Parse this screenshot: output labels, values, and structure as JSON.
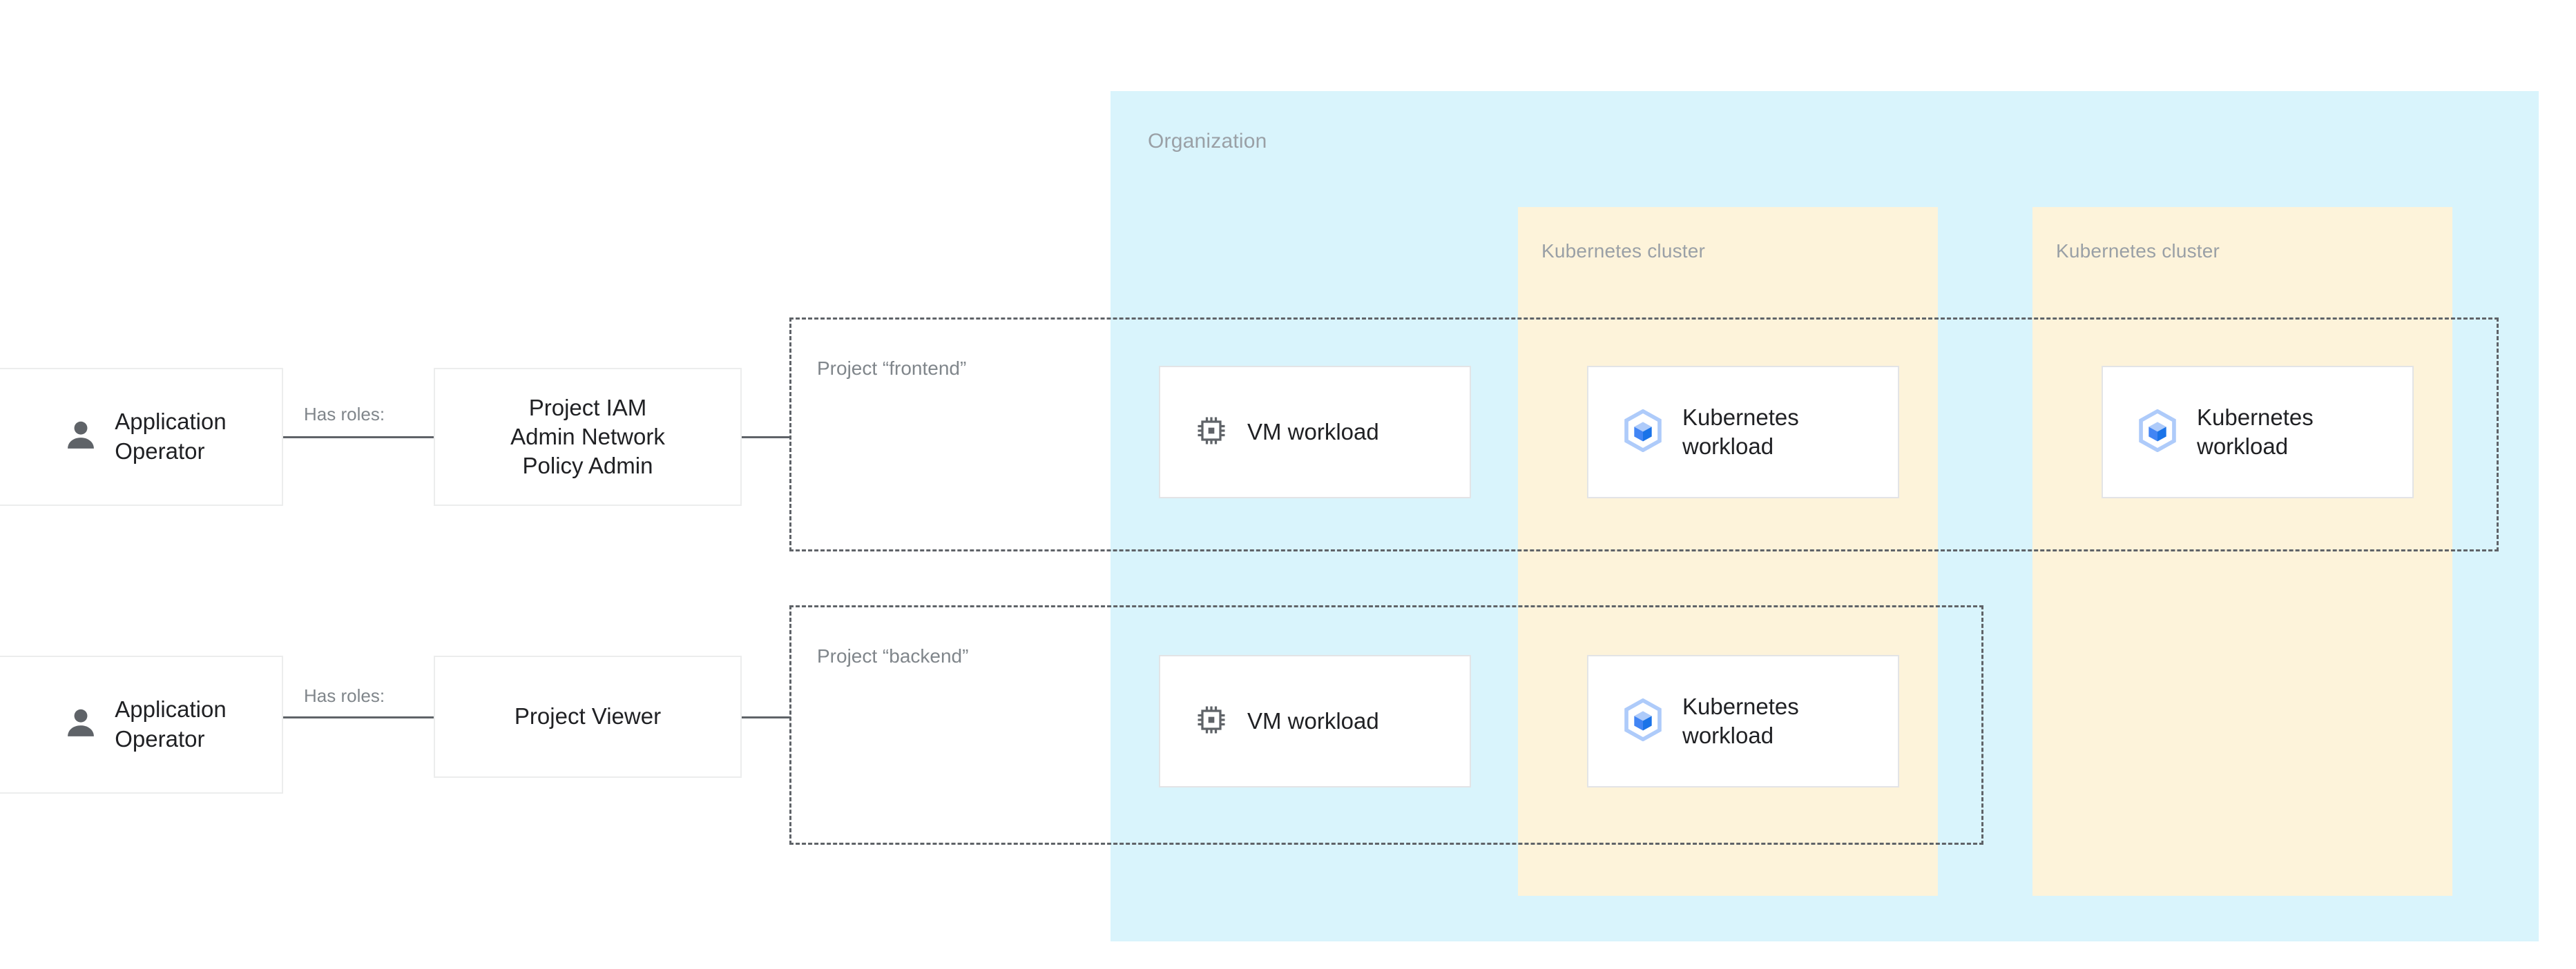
{
  "diagram": {
    "organization": {
      "label": "Organization",
      "bg_color": "#d9f4fc"
    },
    "clusters": [
      {
        "label": "Kubernetes cluster",
        "bg_color": "#fdf3da"
      },
      {
        "label": "Kubernetes cluster",
        "bg_color": "#fdf3da"
      }
    ],
    "projects": [
      {
        "label": "Project “frontend”"
      },
      {
        "label": "Project “backend”"
      }
    ],
    "actors": [
      {
        "label": "Application\nOperator",
        "icon": "person-icon"
      },
      {
        "label": "Application\nOperator",
        "icon": "person-icon"
      }
    ],
    "roles": [
      {
        "label": "Project IAM\nAdmin Network\nPolicy Admin"
      },
      {
        "label": "Project Viewer"
      }
    ],
    "edges": [
      {
        "label": "Has roles:"
      },
      {
        "label": "Has roles:"
      }
    ],
    "workloads": {
      "frontend": [
        {
          "label": "VM workload",
          "icon": "cpu-chip-icon"
        },
        {
          "label": "Kubernetes\nworkload",
          "icon": "kubernetes-cube-icon"
        },
        {
          "label": "Kubernetes\nworkload",
          "icon": "kubernetes-cube-icon"
        }
      ],
      "backend": [
        {
          "label": "VM workload",
          "icon": "cpu-chip-icon"
        },
        {
          "label": "Kubernetes\nworkload",
          "icon": "kubernetes-cube-icon"
        }
      ]
    },
    "colors": {
      "organization_bg": "#d9f4fc",
      "cluster_bg": "#fdf3da",
      "card_bg": "#ffffff",
      "card_border": "#e3e4e6",
      "dashed_border": "#5f6368",
      "muted_text": "#9aa0a6",
      "body_text": "#202124",
      "kubernetes_blue": "#4285f4",
      "kubernetes_light_blue": "#aecbfa"
    }
  }
}
